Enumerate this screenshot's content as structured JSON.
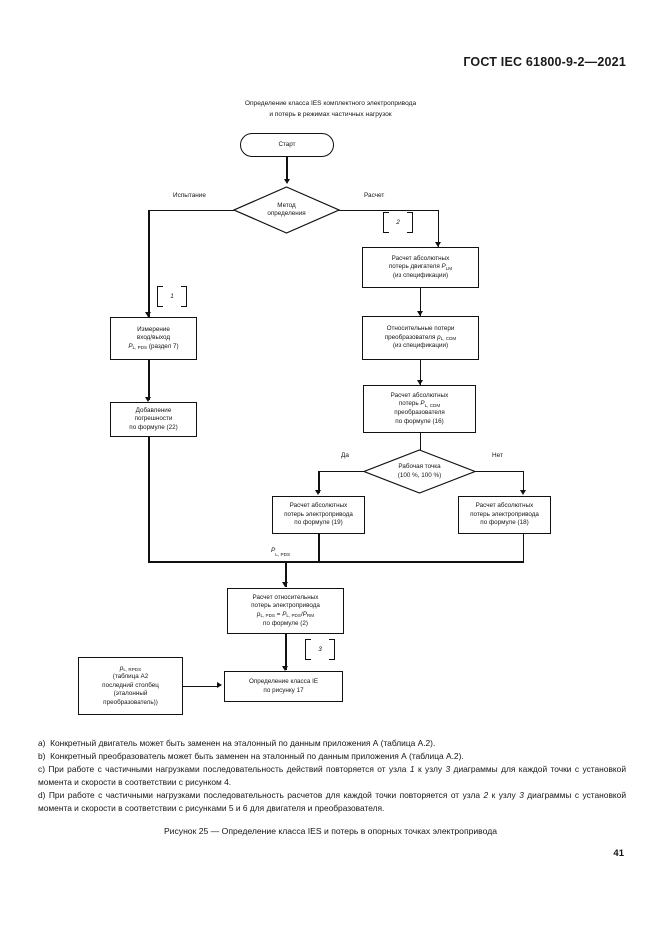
{
  "header": {
    "standard_title": "ГОСТ IEC 61800-9-2—2021"
  },
  "flow_heading": {
    "line1": "Определение класса IES комплектного электропривода",
    "line2": "и потерь в режимах частичных нагрузок"
  },
  "nodes": {
    "start": "Старт",
    "decision_method": {
      "line1": "Метод",
      "line2": "определения"
    },
    "measure_io": {
      "line1": "Измерение",
      "line2": "вход/выход",
      "line3_pre": "P",
      "line3_sub": "L, PDS",
      "line3_post": " (раздел 7)"
    },
    "add_tolerance": {
      "line1": "Добавление",
      "line2": "погрешности",
      "line3": "по формуле (22)"
    },
    "motor_abs_losses": {
      "line1": "Расчет абсолютных",
      "line2_pre": "потерь двигателя ",
      "line2_var": "P",
      "line2_sub": "LM",
      "line3": "(из спецификации)"
    },
    "cdm_rel_losses": {
      "line1": "Относительные потери",
      "line2_pre": "преобразователя ",
      "line2_var": "p",
      "line2_sub": "L, CDM",
      "line3": "(из спецификации)"
    },
    "cdm_abs_losses": {
      "line1": "Расчет абсолютных",
      "line2_pre": "потерь ",
      "line2_var": "P",
      "line2_sub": "L, CDM",
      "line3": "преобразователя",
      "line4": "по формуле (16)"
    },
    "decision_op_point": {
      "line1": "Рабочая точка",
      "line2": "(100 %, 100 %)"
    },
    "pds_abs_losses_19": {
      "line1": "Расчет абсолютных",
      "line2": "потерь электропривода",
      "line3": "по формуле (19)"
    },
    "pds_abs_losses_18": {
      "line1": "Расчет абсолютных",
      "line2": "потерь электропривода",
      "line3": "по формуле (18)"
    },
    "pds_rel_losses": {
      "line1": "Расчет относительных",
      "line2": "потерь электропривода",
      "line3_a": "p",
      "line3_a_sub": "L, PDS",
      "line3_eq": " = ",
      "line3_b": "P",
      "line3_b_sub": "L, PDS",
      "line3_slash": "/",
      "line3_c": "P",
      "line3_c_sub": "RM",
      "line4": "по формуле (2)"
    },
    "reference_table": {
      "line1_var": "p",
      "line1_sub": "L, RPDS",
      "line2": "(таблица А2",
      "line3": "последний столбец",
      "line4": "(эталонный",
      "line5": "преобразователь))"
    },
    "determine_ie": {
      "line1": "Определение класса IE",
      "line2": "по рисунку 17"
    }
  },
  "markers": {
    "node1": "1",
    "node2": "2",
    "node3": "3"
  },
  "edge_labels": {
    "test": "Испытание",
    "calculation": "Расчет",
    "yes": "Да",
    "no": "Нет",
    "pl_pds_pre": "P",
    "pl_pds_sub": "L, PDS"
  },
  "notes": [
    {
      "label": "a)",
      "text": "Конкретный двигатель может быть заменен на эталонный по данным приложения А (таблица А.2)."
    },
    {
      "label": "b)",
      "text": "Конкретный преобразователь может быть заменен на эталонный по данным приложения А (таблица А.2)."
    },
    {
      "label": "c)",
      "text_part1": "При работе с частичными нагрузками последовательность действий повторяется от узла ",
      "italic1": "1",
      "text_part2": " к узлу ",
      "italic2": "3",
      "text_part3": " диаграммы для каждой точки с установкой момента и скорости в соответствии с рисунком 4."
    },
    {
      "label": "d)",
      "text_part1": "При работе с частичными нагрузками последовательность расчетов для каждой точки повторяется от узла ",
      "italic1": "2",
      "text_part2": " к узлу ",
      "italic2": "3",
      "text_part3": " диаграммы с установкой момента и скорости в соответствии с рисунками 5 и 6 для двигателя и преобразователя."
    }
  ],
  "figure_caption": "Рисунок 25 — Определение класса IES и потерь в опорных точках электропривода",
  "page_number": "41"
}
